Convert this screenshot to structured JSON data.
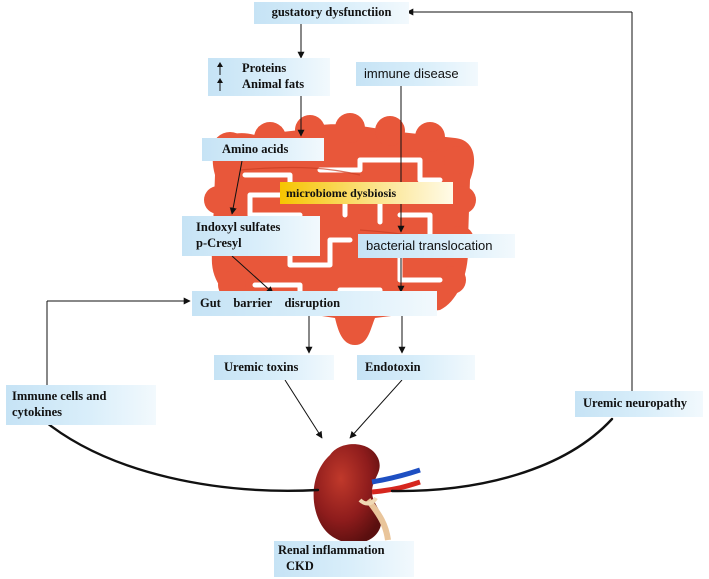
{
  "diagram": {
    "nodes": {
      "gustatory": "gustatory dysfunctiion",
      "proteins": "Proteins",
      "animal_fats": "Animal fats",
      "immune_disease": "immune disease",
      "amino_acids": "Amino acids",
      "microbiome": "microbiome dysbiosis",
      "indoxyl": "Indoxyl sulfates",
      "pcresyl": "p-Cresyl",
      "bacterial": "bacterial translocation",
      "gut_barrier": "Gut    barrier    disruption",
      "uremic_toxins": "Uremic toxins",
      "endotoxin": "Endotoxin",
      "immune_cells_1": "Immune cells and",
      "immune_cells_2": "cytokines",
      "uremic_neuropathy": "Uremic neuropathy",
      "renal_1": "Renal inflammation",
      "renal_2": "CKD"
    },
    "colors": {
      "intestine": "#e8573a",
      "intestine_dark": "#c93d22",
      "box_blue": "#c6e3f5",
      "box_yellow": "#f6c400",
      "kidney": "#8e1c1c",
      "line": "#111111"
    },
    "icons": [
      "up-arrow-icon",
      "intestine-icon",
      "kidney-icon"
    ]
  }
}
